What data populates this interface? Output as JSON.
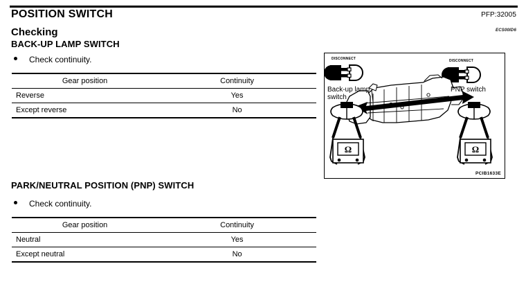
{
  "header": {
    "title": "POSITION SWITCH",
    "pfp": "PFP:32005",
    "ref_code": "ECS00ID6"
  },
  "sections": {
    "checking_heading": "Checking",
    "backup": {
      "heading": "BACK-UP LAMP SWITCH",
      "bullet": "Check continuity.",
      "table": {
        "columns": [
          "Gear position",
          "Continuity"
        ],
        "rows": [
          [
            "Reverse",
            "Yes"
          ],
          [
            "Except reverse",
            "No"
          ]
        ]
      }
    },
    "pnp": {
      "heading": "PARK/NEUTRAL POSITION (PNP) SWITCH",
      "bullet": "Check continuity.",
      "table": {
        "columns": [
          "Gear position",
          "Continuity"
        ],
        "rows": [
          [
            "Neutral",
            "Yes"
          ],
          [
            "Except neutral",
            "No"
          ]
        ]
      }
    }
  },
  "figure": {
    "id": "PCIB1633E",
    "disconnect_left": "DISCONNECT",
    "disconnect_right": "DISCONNECT",
    "label_backup": "Back-up lamp switch",
    "label_pnp": "PNP switch",
    "ohm_symbol": "Ω",
    "icons": [
      "connector-disconnect-icon",
      "ohmmeter-icon",
      "transmission-illustration",
      "pointer-arrow"
    ]
  },
  "colors": {
    "ink": "#000000",
    "paper": "#ffffff"
  }
}
